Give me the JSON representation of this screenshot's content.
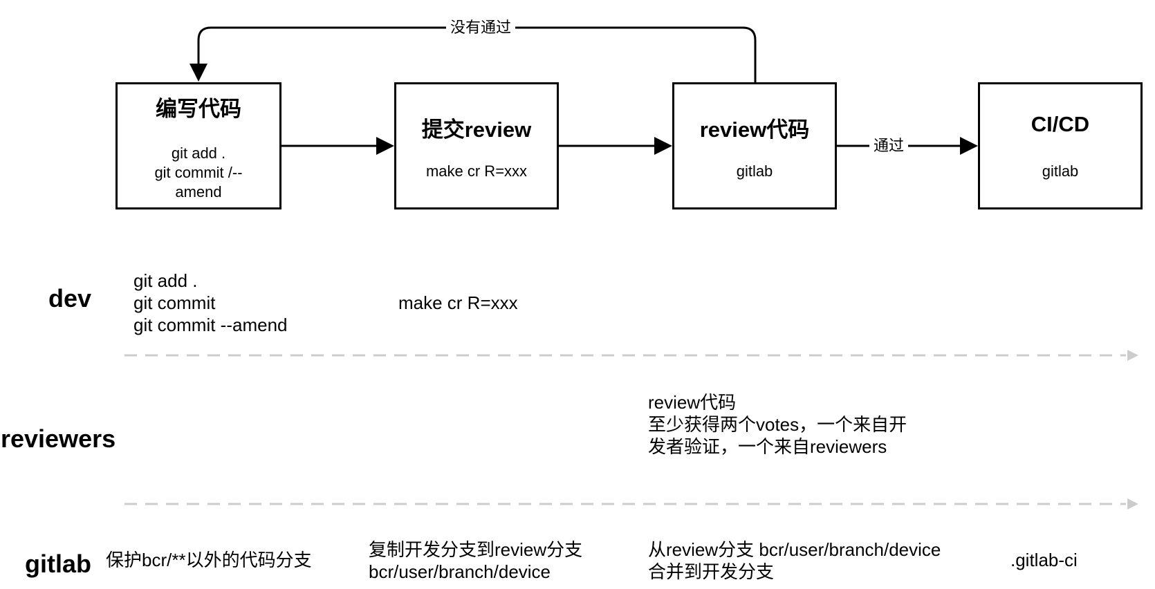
{
  "flow": {
    "nodes": [
      {
        "id": "write",
        "title": "编写代码",
        "lines": [
          "git add .",
          "git commit /--",
          "amend"
        ]
      },
      {
        "id": "submit",
        "title": "提交review",
        "lines": [
          "make cr R=xxx"
        ]
      },
      {
        "id": "review",
        "title": "review代码",
        "lines": [
          "gitlab"
        ]
      },
      {
        "id": "cicd",
        "title": "CI/CD",
        "lines": [
          "gitlab"
        ]
      }
    ],
    "edges": {
      "not_passed": "没有通过",
      "passed": "通过"
    }
  },
  "lanes": {
    "dev": {
      "label": "dev",
      "notes": {
        "write": [
          "git add .",
          "git commit",
          "git commit --amend"
        ],
        "submit": [
          "make cr R=xxx"
        ]
      }
    },
    "reviewers": {
      "label": "reviewers",
      "notes": {
        "review": [
          "review代码",
          "至少获得两个votes，一个来自开",
          "发者验证，一个来自reviewers"
        ]
      }
    },
    "gitlab": {
      "label": "gitlab",
      "notes": {
        "write": [
          "保护bcr/**以外的代码分支"
        ],
        "submit": [
          "复制开发分支到review分支",
          "bcr/user/branch/device"
        ],
        "review": [
          "从review分支 bcr/user/branch/device",
          "合并到开发分支"
        ],
        "cicd": [
          ".gitlab-ci"
        ]
      }
    }
  },
  "colors": {
    "stroke": "#000000",
    "dashed_line": "#cccccc"
  }
}
